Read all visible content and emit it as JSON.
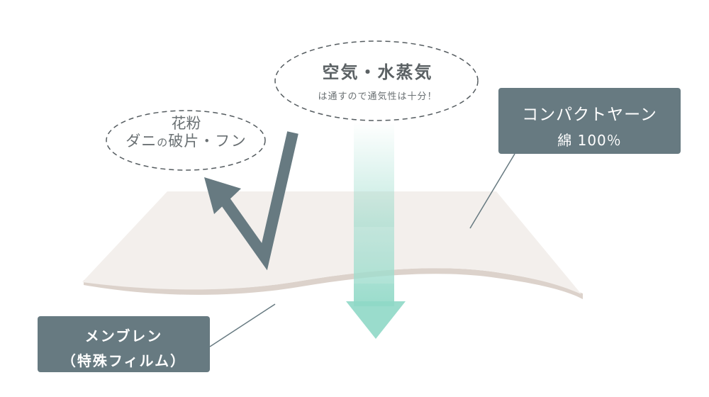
{
  "bubbles": {
    "air": {
      "title": "空気・水蒸気",
      "subtitle": "は通すので通気性は十分！"
    },
    "pollen": {
      "line1": "花粉",
      "line2_prefix": "ダニ",
      "line2_particle": "の",
      "line2_suffix": "破片・フン"
    }
  },
  "labels": {
    "yarn": {
      "line1": "コンパクトヤーン",
      "line2": "綿 100％"
    },
    "membrane": {
      "line1": "メンブレン",
      "line2": "（特殊フィルム）"
    }
  },
  "colors": {
    "label_bg": "#677a81",
    "bounce_arrow": "#677a81",
    "air_arrow": "#8fd8c6",
    "fabric_top": "#f3efec",
    "fabric_edge": "#d8cec6"
  }
}
